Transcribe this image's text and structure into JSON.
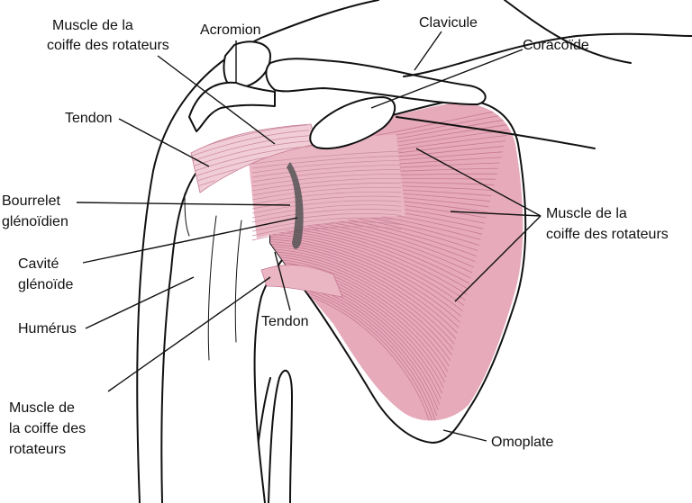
{
  "labels": {
    "muscle_top_line1": "Muscle de la",
    "muscle_top_line2": "coiffe des rotateurs",
    "acromion": "Acromion",
    "clavicule": "Clavicule",
    "coracoide": "Coracoïde",
    "tendon_left": "Tendon",
    "bourrelet_line1": "Bourrelet",
    "bourrelet_line2": "glénoïdien",
    "cavite_line1": "Cavité",
    "cavite_line2": "glénoïde",
    "humerus": "Humérus",
    "tendon_bottom": "Tendon",
    "muscle_right_line1": "Muscle de la",
    "muscle_right_line2": "coiffe des rotateurs",
    "muscle_bottom_line1": "Muscle de",
    "muscle_bottom_line2": "la coiffe des",
    "muscle_bottom_line3": "rotateurs",
    "omoplate": "Omoplate"
  },
  "colors": {
    "muscle_fill": "#e6aabb",
    "muscle_fiber": "#c77a92",
    "tendon_fill": "#f1cdd7",
    "line": "#111111",
    "labrum": "#555555"
  }
}
